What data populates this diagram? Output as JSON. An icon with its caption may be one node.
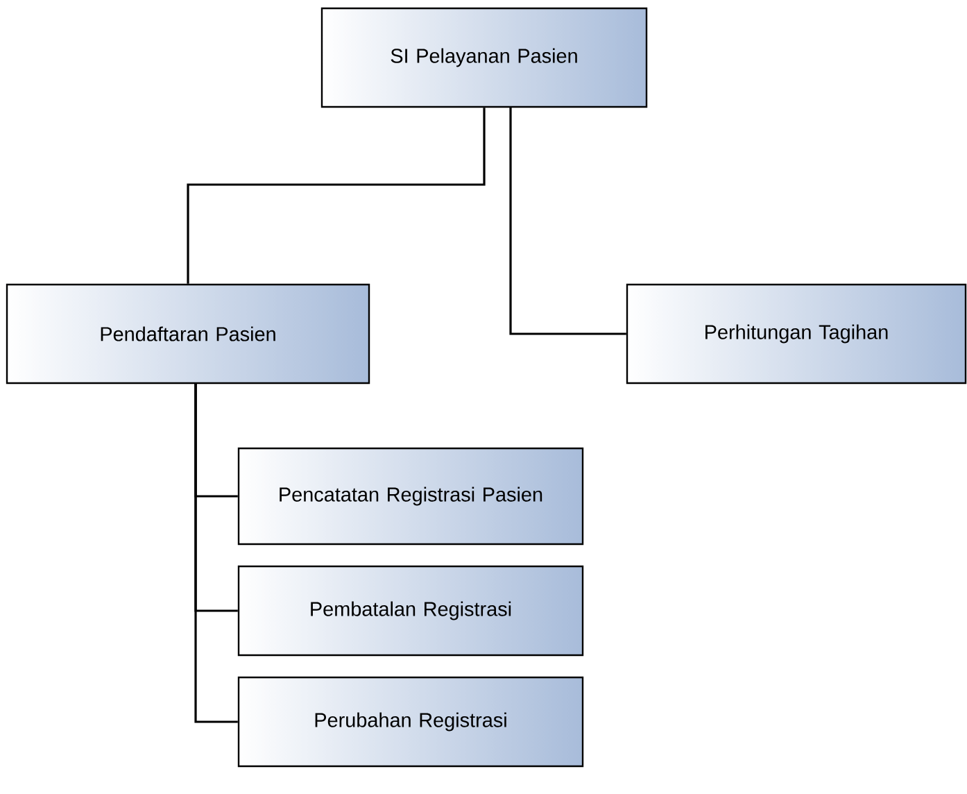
{
  "diagram": {
    "nodes": [
      {
        "text": [
          "SI Pelayanan Pasien"
        ]
      },
      {
        "text": [
          "Pendaftaran Pasien"
        ]
      },
      {
        "text": [
          "Perhitungan Tagihan"
        ]
      },
      {
        "text": [
          "Pencatatan Registrasi Pasien"
        ]
      },
      {
        "text": [
          "Pembatalan Registrasi"
        ]
      },
      {
        "text": [
          "Perubahan Registrasi"
        ]
      }
    ],
    "edges": [
      {
        "from": 0,
        "to": 1,
        "arrow": "none"
      },
      {
        "from": 0,
        "to": 2,
        "arrow": "none"
      },
      {
        "from": 1,
        "to": 3,
        "arrow": "none"
      },
      {
        "from": 1,
        "to": 4,
        "arrow": "none"
      },
      {
        "from": 1,
        "to": 5,
        "arrow": "none"
      }
    ]
  }
}
